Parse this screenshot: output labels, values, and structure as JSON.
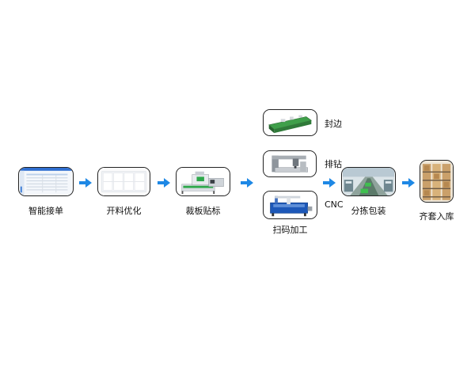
{
  "steps": {
    "order": "智能接单",
    "cutting": "开料优化",
    "labeling": "裁板贴标",
    "edge": "封边",
    "drill": "排钻",
    "cnc": "CNC",
    "scan": "扫码加工",
    "sort": "分拣包装",
    "warehouse": "齐套入库"
  },
  "colors": {
    "arrow": "#1e88e5"
  }
}
